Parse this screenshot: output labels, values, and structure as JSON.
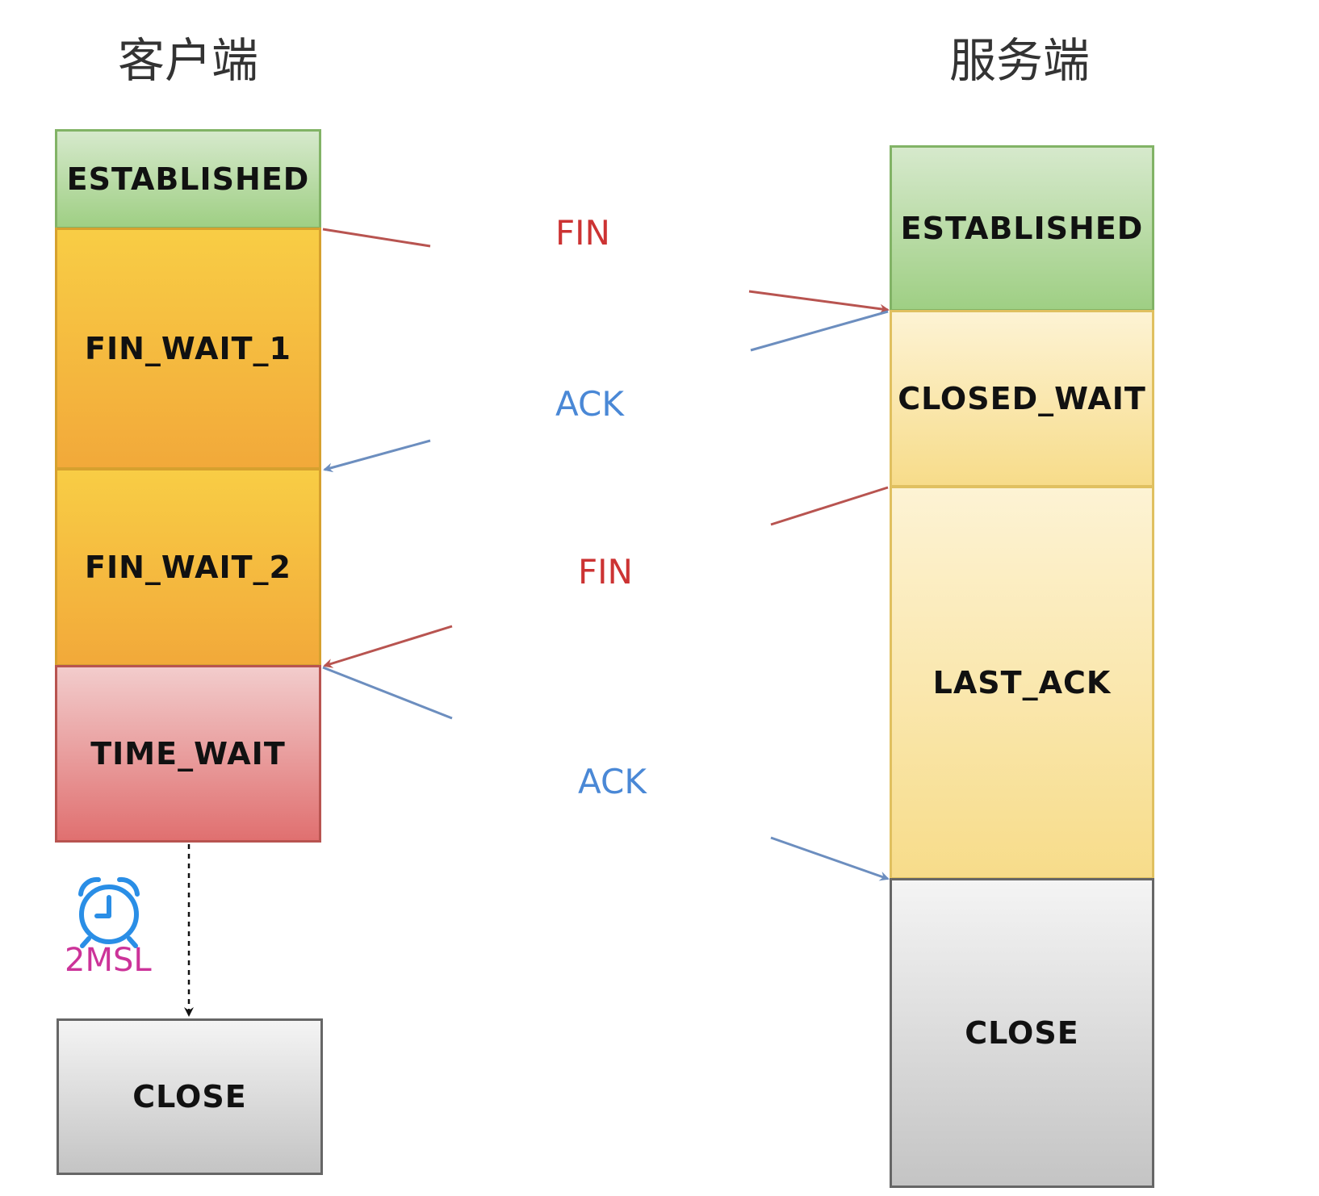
{
  "client": {
    "title": "客户端",
    "states": {
      "established": "ESTABLISHED",
      "fin_wait_1": "FIN_WAIT_1",
      "fin_wait_2": "FIN_WAIT_2",
      "time_wait": "TIME_WAIT",
      "close": "CLOSE"
    }
  },
  "server": {
    "title": "服务端",
    "states": {
      "established": "ESTABLISHED",
      "closed_wait": "CLOSED_WAIT",
      "last_ack": "LAST_ACK",
      "close": "CLOSE"
    }
  },
  "messages": {
    "fin_1": "FIN",
    "ack_1": "ACK",
    "fin_2": "FIN",
    "ack_2": "ACK"
  },
  "timer": {
    "icon": "alarm-clock-icon",
    "label": "2MSL"
  },
  "colors": {
    "fin": "#cc3333",
    "ack": "#4a88d6",
    "timer": "#cc3399"
  }
}
